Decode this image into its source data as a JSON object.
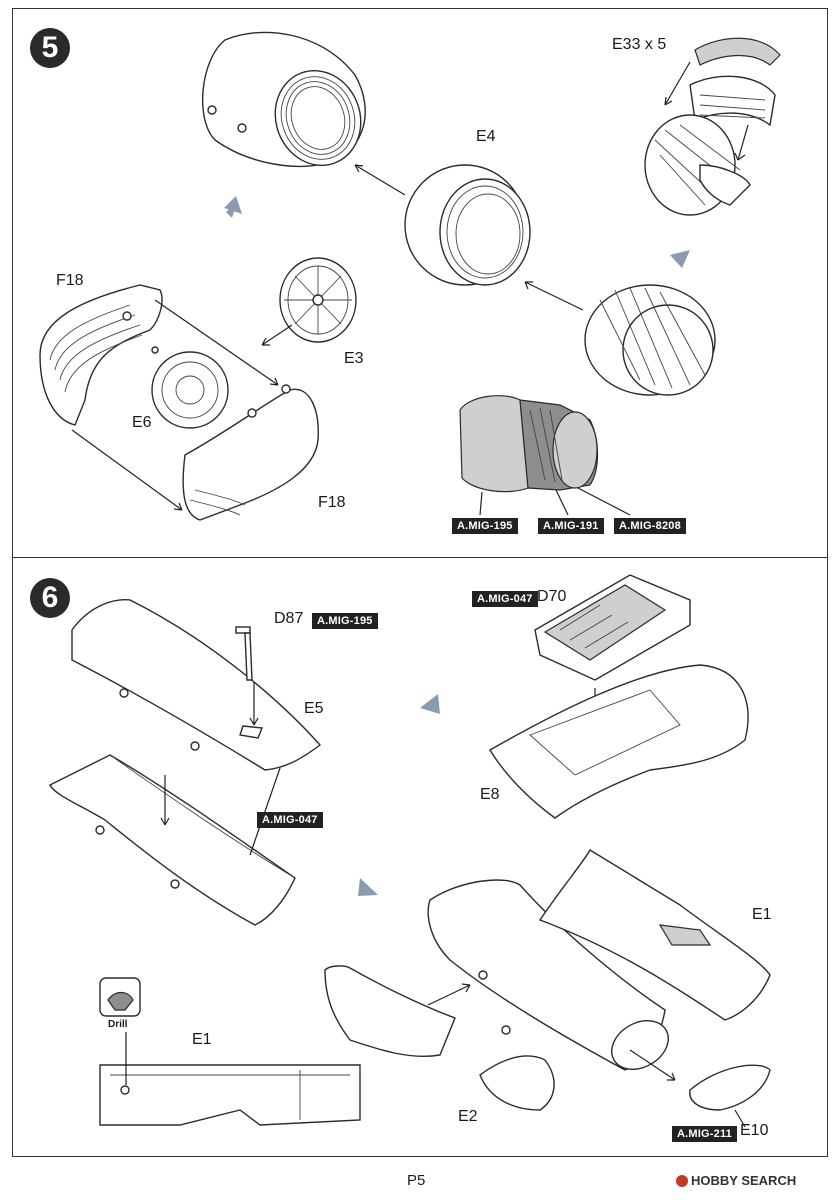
{
  "page_number": "P5",
  "watermark": "HOBBY SEARCH",
  "step5": {
    "number": "5",
    "labels": {
      "e33": "E33 x 5",
      "e4": "E4",
      "f18_top": "F18",
      "e3": "E3",
      "e6": "E6",
      "f18_bottom": "F18"
    },
    "paint_tags": [
      "A.MIG-195",
      "A.MIG-191",
      "A.MIG-8208"
    ]
  },
  "step6": {
    "number": "6",
    "labels": {
      "d87": "D87",
      "d70": "D70",
      "e5": "E5",
      "e8": "E8",
      "e1_right": "E1",
      "e1_detail": "E1",
      "e2": "E2",
      "e10": "E10",
      "drill": "Drill"
    },
    "paint_tags": {
      "d87": "A.MIG-195",
      "d70": "A.MIG-047",
      "e5": "A.MIG-047",
      "e10": "A.MIG-211"
    }
  }
}
